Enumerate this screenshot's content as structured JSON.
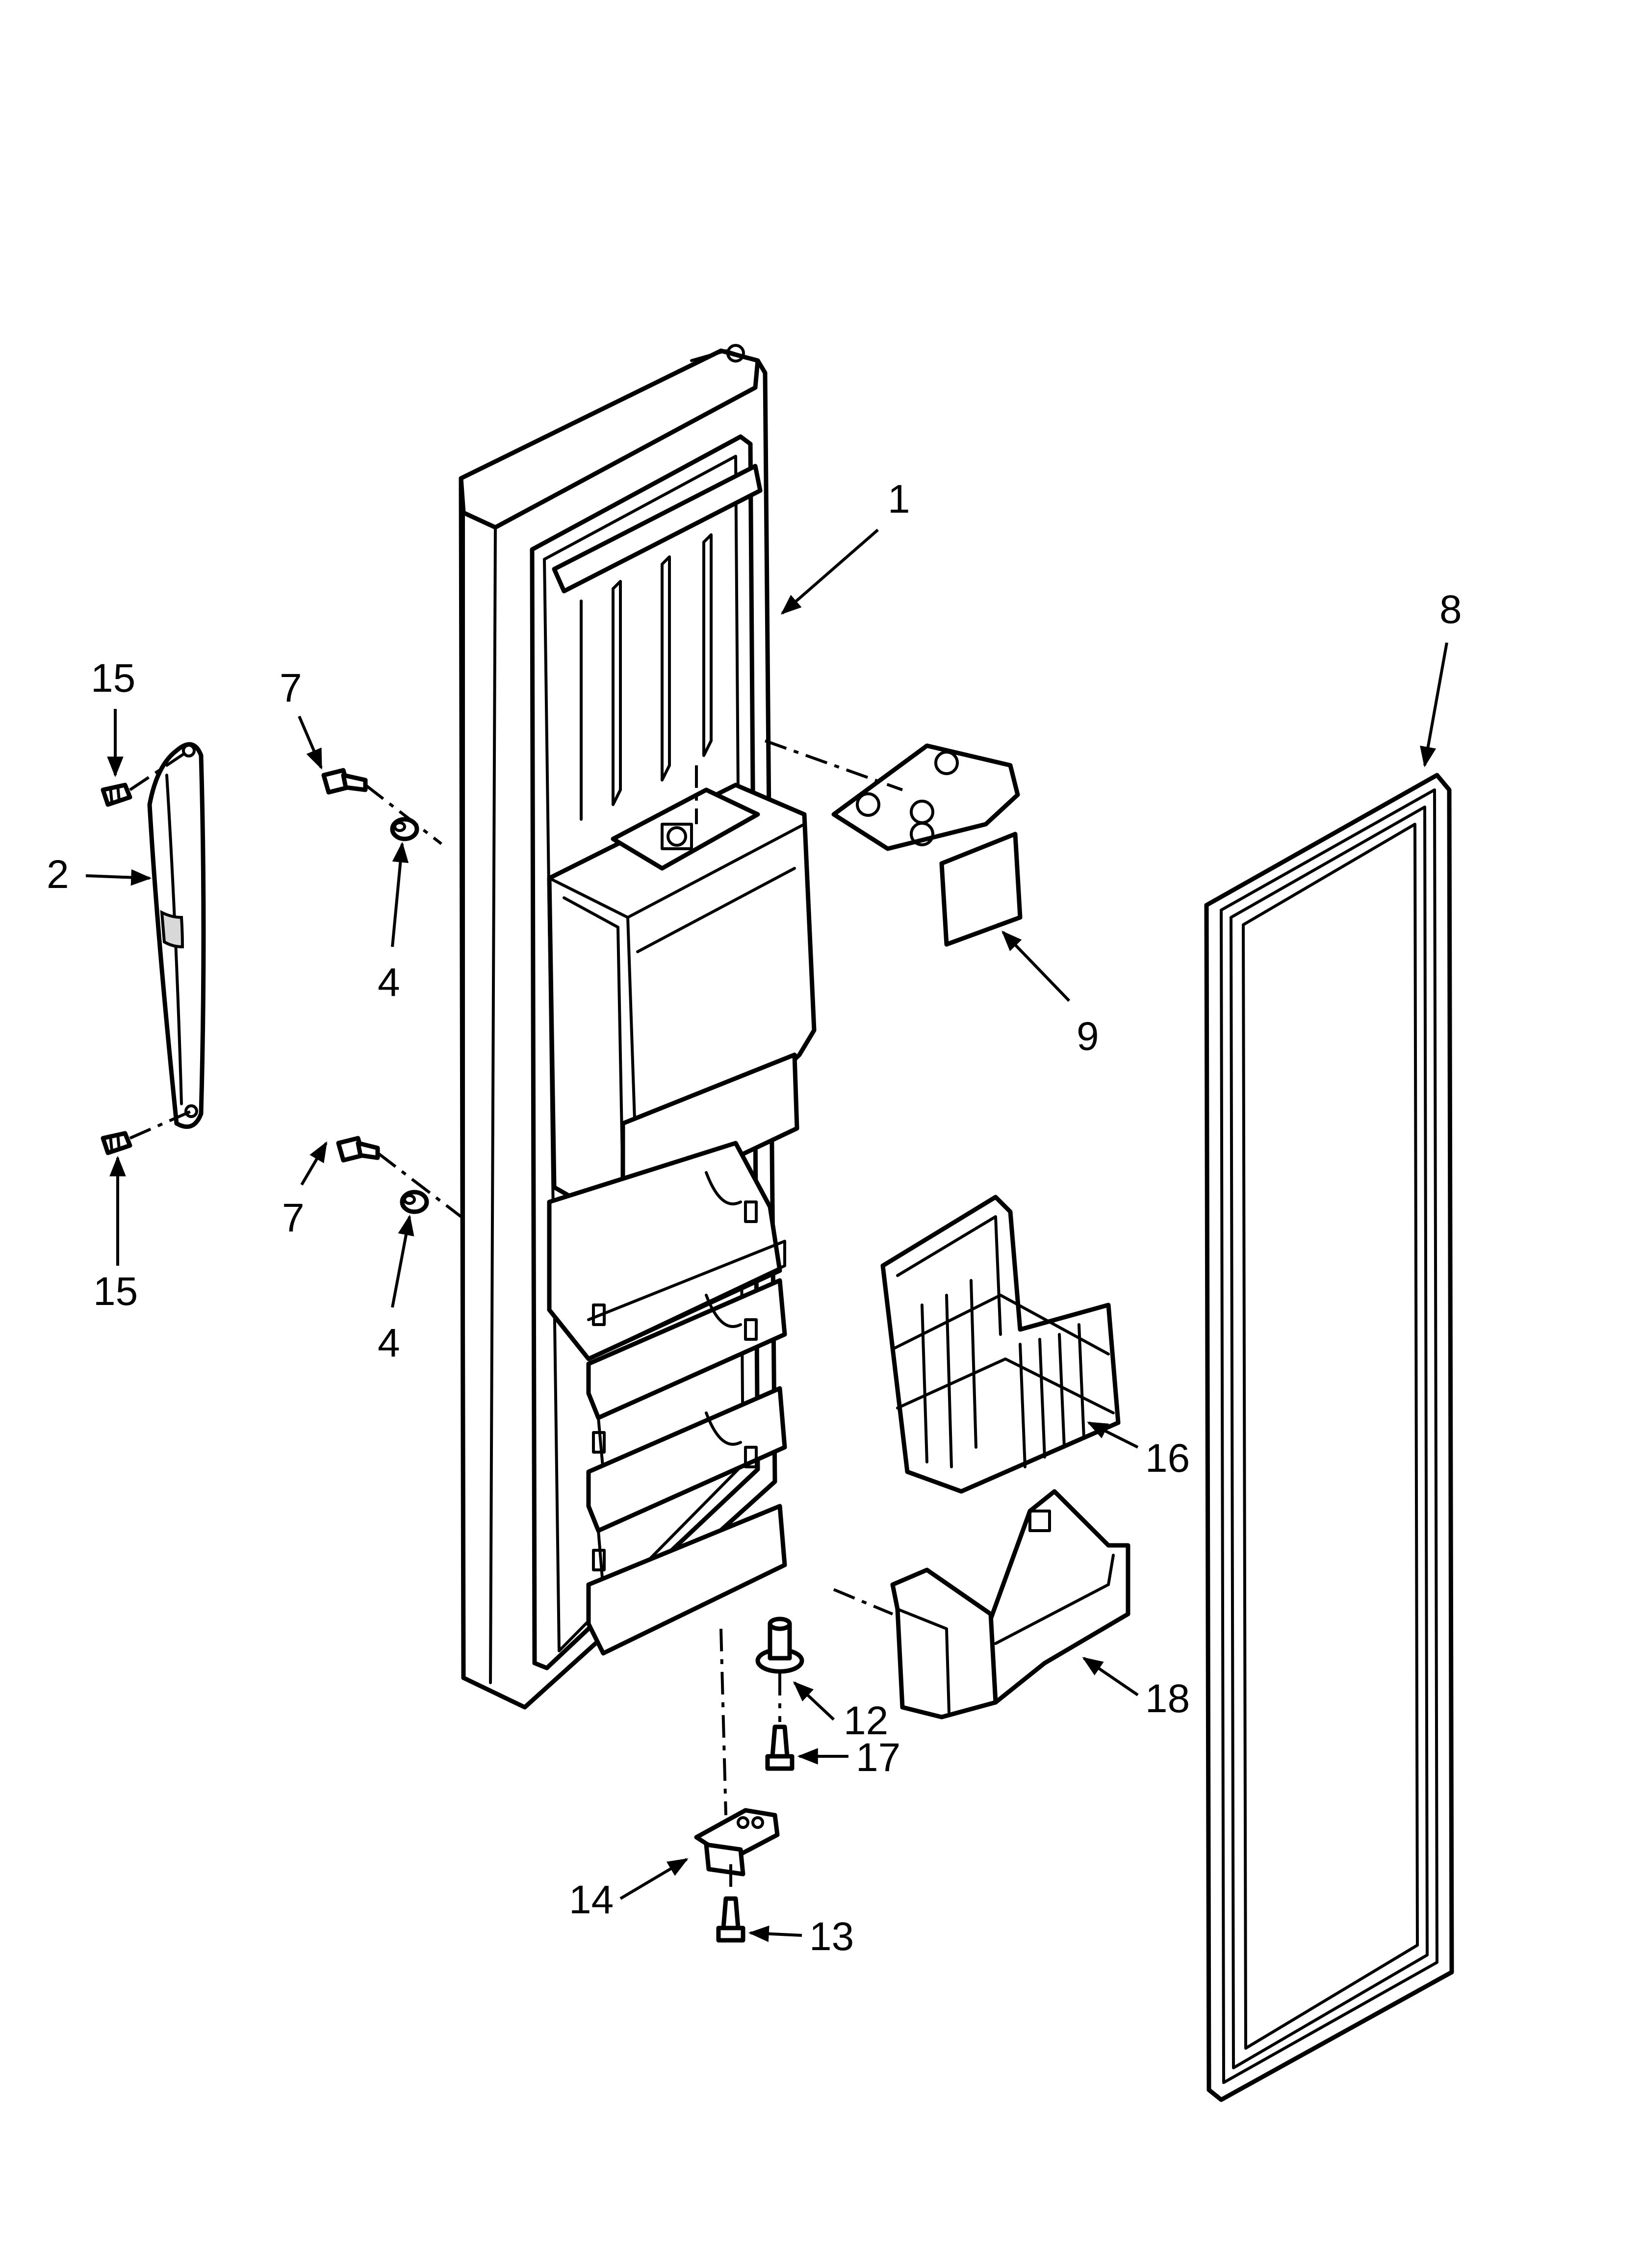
{
  "callouts": {
    "c1": "1",
    "c2": "2",
    "c4a": "4",
    "c4b": "4",
    "c7a": "7",
    "c7b": "7",
    "c8": "8",
    "c9": "9",
    "c12": "12",
    "c13": "13",
    "c14": "14",
    "c15a": "15",
    "c15b": "15",
    "c16": "16",
    "c17": "17",
    "c18": "18"
  },
  "colors": {
    "line": "#000000",
    "background": "#ffffff",
    "shade": "#d8d8d8"
  }
}
